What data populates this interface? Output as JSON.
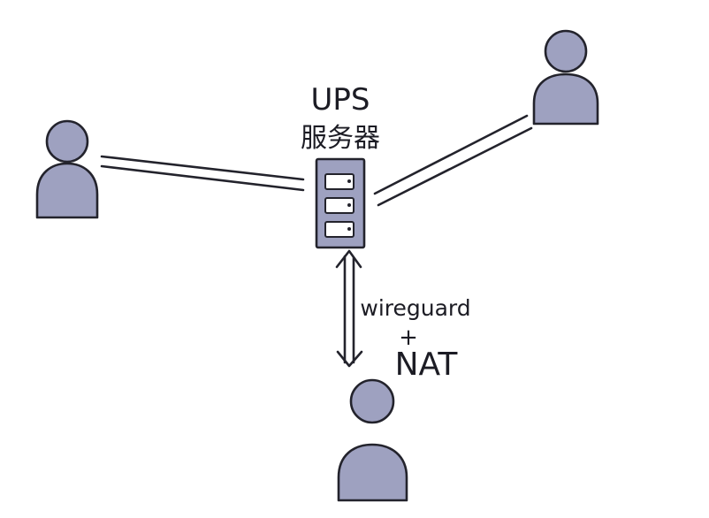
{
  "server": {
    "title_line1": "UPS",
    "title_line2": "服务器"
  },
  "link": {
    "protocol": "wireguard",
    "plus": "+",
    "nat": "NAT"
  },
  "users": [
    {
      "id": "user-left"
    },
    {
      "id": "user-right"
    },
    {
      "id": "user-bottom"
    }
  ],
  "colors": {
    "icon_fill": "#9ea1c0",
    "stroke": "#23232c",
    "background": "#ffffff"
  },
  "icons": {
    "user": "person-icon",
    "server": "server-rack-icon"
  }
}
